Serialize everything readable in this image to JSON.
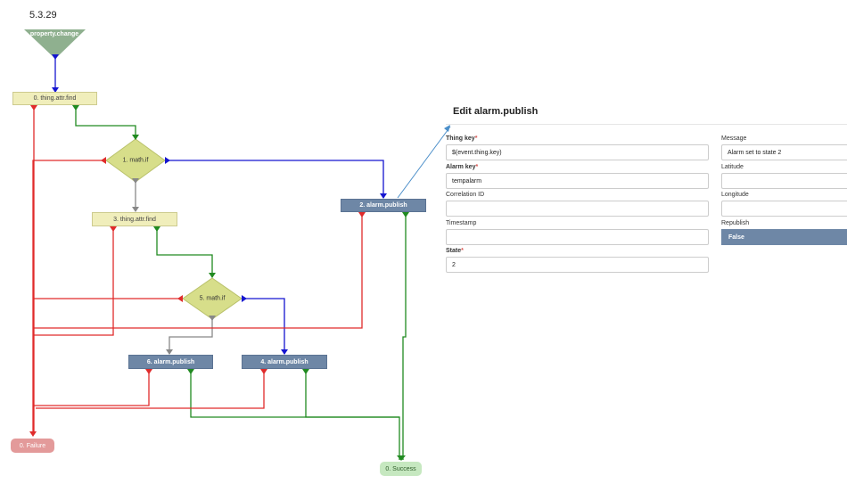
{
  "version": "5.3.29",
  "flow": {
    "start": "property.change",
    "find1": "0. thing.attr.find",
    "if1": "1. math.if",
    "find3": "3. thing.attr.find",
    "pub2": "2. alarm.publish",
    "if5": "5. math.if",
    "pub6": "6. alarm.publish",
    "pub4": "4. alarm.publish",
    "failure": "0. Failure",
    "success": "0. Success"
  },
  "panel": {
    "title": "Edit alarm.publish",
    "thing_key": {
      "label": "Thing key",
      "required": "*",
      "value": "$(event.thing.key)"
    },
    "alarm_key": {
      "label": "Alarm key",
      "required": "*",
      "value": "tempalarm"
    },
    "correlation_id": {
      "label": "Correlation ID",
      "value": ""
    },
    "timestamp": {
      "label": "Timestamp",
      "value": ""
    },
    "state": {
      "label": "State",
      "required": "*",
      "value": "2"
    },
    "message": {
      "label": "Message",
      "value": "Alarm set to state 2"
    },
    "latitude": {
      "label": "Latitude",
      "value": ""
    },
    "longitude": {
      "label": "Longitude",
      "value": ""
    },
    "republish": {
      "label": "Republish",
      "value": "False"
    }
  },
  "colors": {
    "fail_line": "#e02b2b",
    "success_line": "#208a20",
    "true_line": "#1515d0",
    "default_line": "#888888",
    "node_publish": "#6e87a6",
    "node_find": "#f0eebb",
    "node_if": "#d7de8a"
  }
}
